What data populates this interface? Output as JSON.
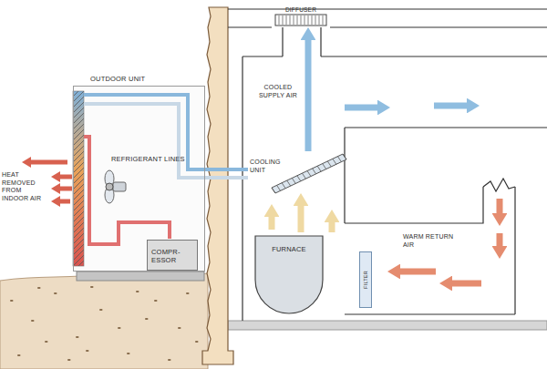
{
  "diagram": {
    "nodes": [
      {
        "text": [
          "OUTDOOR UNIT"
        ]
      },
      {
        "text": [
          "COMPR- ESSOR"
        ],
        "in": 0
      },
      {
        "text": [
          "DIFFUSER"
        ]
      },
      {
        "text": [
          "COOLING UNIT"
        ]
      },
      {
        "text": [
          "FURNACE"
        ]
      },
      {
        "text": [
          "FILTER"
        ]
      }
    ],
    "edges": [
      {
        "from": 0,
        "to": 3,
        "arrow": "none",
        "label": "REFRIGERANT LINES"
      },
      {
        "from": 4,
        "to": 3,
        "arrow": "to"
      },
      {
        "from": 3,
        "to": 2,
        "arrow": "to",
        "label": "COOLED SUPPLY AIR"
      }
    ],
    "labels": [
      "HEAT REMOVED FROM INDOOR AIR",
      "WARM RETURN AIR"
    ]
  }
}
